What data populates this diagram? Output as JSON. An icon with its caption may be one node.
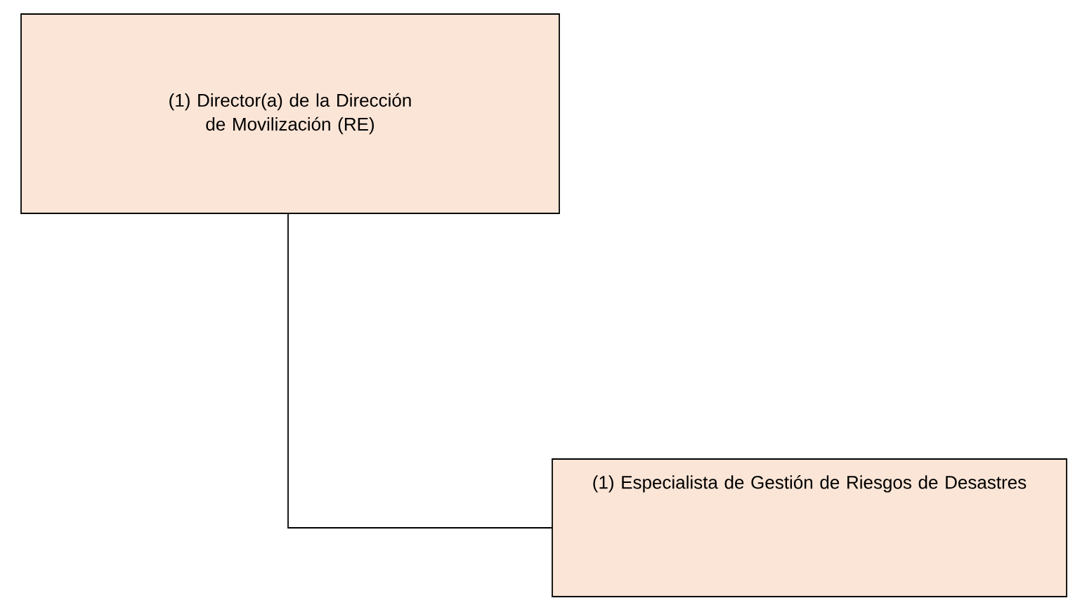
{
  "diagram": {
    "nodes": [
      {
        "text": [
          "(1) Director(a) de la Dirección de Movilización (RE)"
        ]
      },
      {
        "text": [
          "(1) Especialista de Gestión de Riesgos de Desastres"
        ]
      }
    ],
    "edges": [
      {
        "from": 0,
        "to": 1,
        "arrow": "none"
      }
    ]
  }
}
